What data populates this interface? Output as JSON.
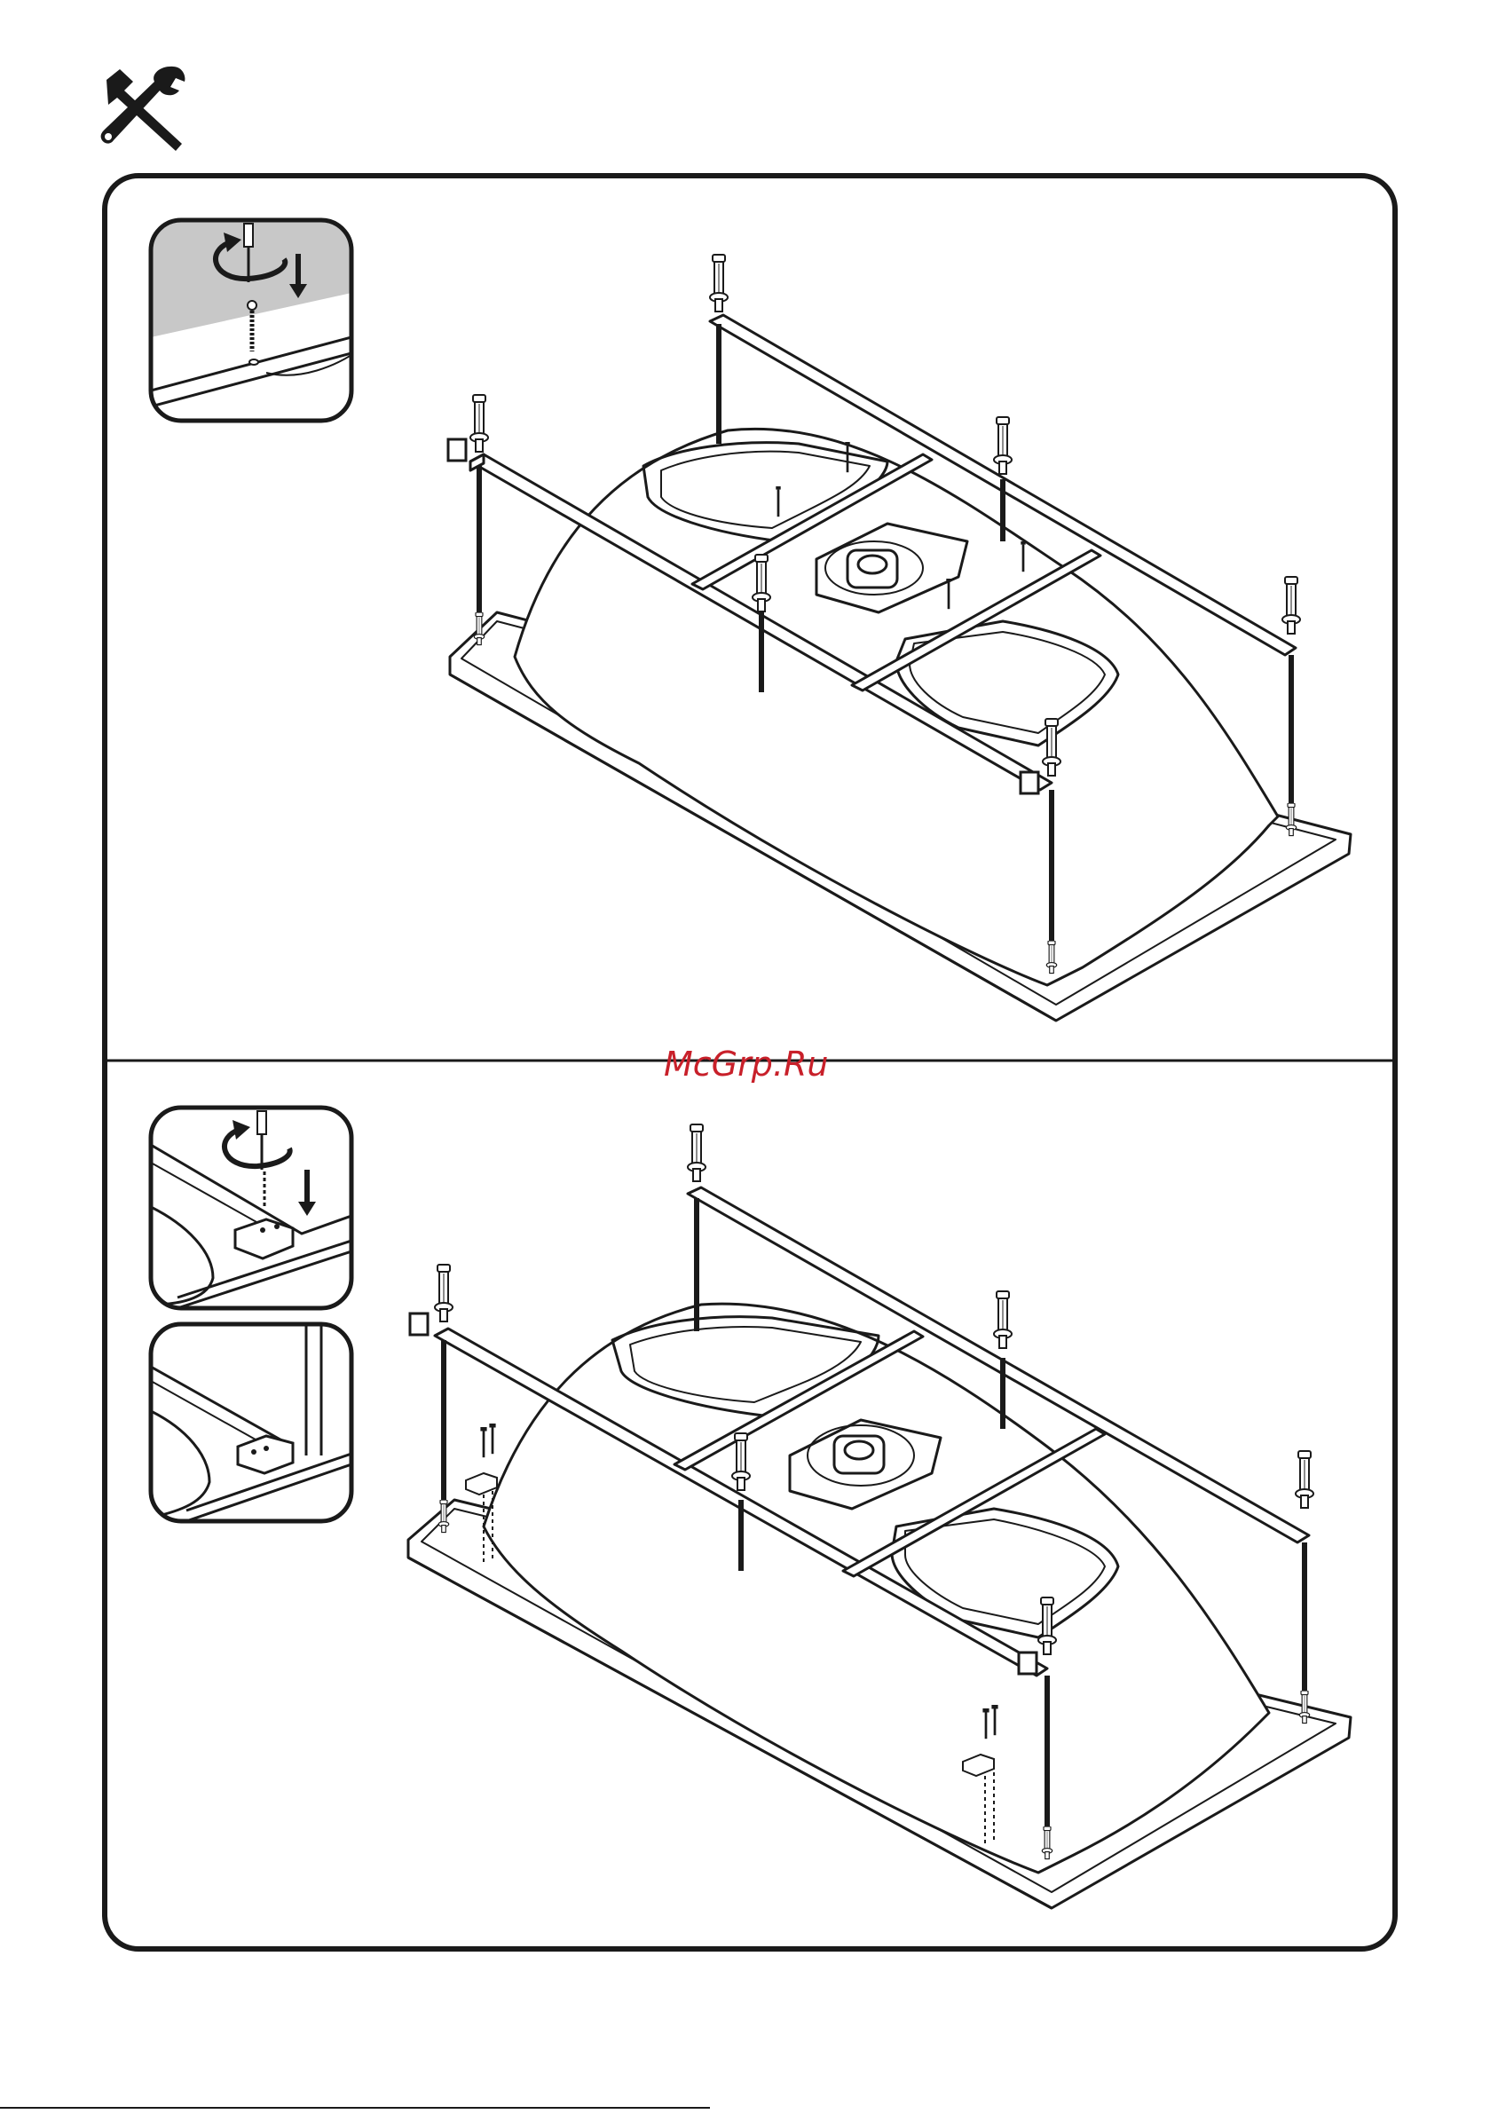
{
  "header": {
    "icon": "tools-icon"
  },
  "watermark": {
    "text": "McGrp.Ru",
    "color": "#c8202a"
  },
  "steps": [
    {
      "id": "step-1",
      "detail_icon": "screw-rotate-icon",
      "main": "bathtub-frame-assembly"
    },
    {
      "id": "step-2",
      "detail_icons": [
        "bracket-screw-icon",
        "bracket-mounted-icon"
      ],
      "main": "bathtub-frame-with-brackets"
    }
  ],
  "colors": {
    "line": "#1a1a1a",
    "shade": "#c8c8c8",
    "fill": "#ffffff"
  }
}
